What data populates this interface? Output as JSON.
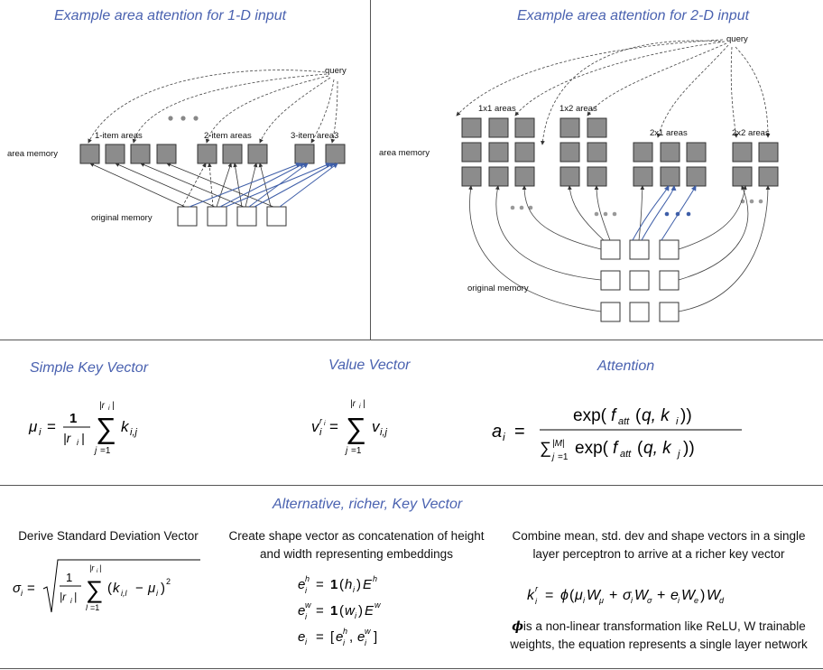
{
  "top_left": {
    "title": "Example area attention for 1-D input",
    "query": "query",
    "area_memory": "area memory",
    "original_memory": "original memory",
    "group1": "1-item areas",
    "group2": "2-item areas",
    "group3": "3-item area3"
  },
  "top_right": {
    "title": "Example area attention for 2-D input",
    "query": "query",
    "area_memory": "area memory",
    "original_memory": "original memory",
    "group1": "1x1 areas",
    "group2": "1x2 areas",
    "group3": "2x1 areas",
    "group4": "2x2 areas"
  },
  "middle": {
    "simple_key_title": "Simple Key Vector",
    "value_title": "Value Vector",
    "attention_title": "Attention"
  },
  "bottom": {
    "section_title": "Alternative, richer, Key Vector",
    "col1_text": "Derive Standard Deviation Vector",
    "col2_text": "Create shape vector as concatenation of height and width representing embeddings",
    "col3_text": "Combine mean, std. dev and shape vectors in a single layer perceptron to arrive at a richer key vector",
    "phi_note": "is a non-linear transformation like ReLU, W trainable weights, the equation represents a single layer network",
    "phi_symbol": "ϕ"
  },
  "colors": {
    "title_blue": "#4a62b0",
    "arrow_blue": "#3e5ea8",
    "box_gray": "#8c8c8c"
  }
}
